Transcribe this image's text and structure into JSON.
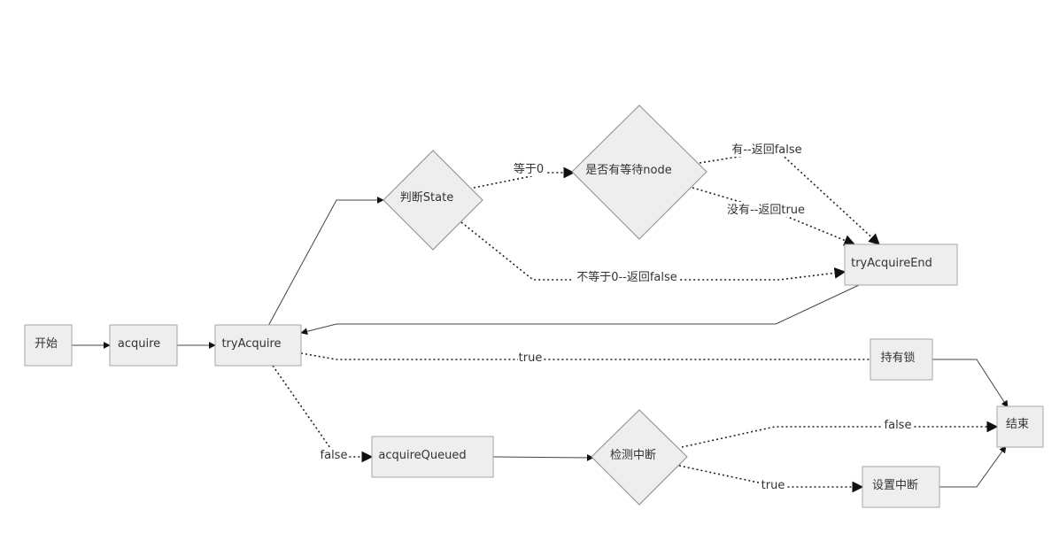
{
  "nodes": {
    "start": "开始",
    "acquire": "acquire",
    "try_acquire": "tryAcquire",
    "judge_state": "判断State",
    "has_waiting_node": "是否有等待node",
    "try_acquire_end": "tryAcquireEnd",
    "hold_lock": "持有锁",
    "end": "结束",
    "acquire_queued": "acquireQueued",
    "check_interrupt": "检测中断",
    "set_interrupt": "设置中断"
  },
  "edges": {
    "state_equals_zero": "等于0",
    "state_not_zero": "不等于0--返回false",
    "has_node_false": "有--返回false",
    "no_node_true": "没有--返回true",
    "try_true": "true",
    "try_false": "false",
    "interrupt_false": "false",
    "interrupt_true": "true"
  },
  "colors": {
    "node_fill": "#eeeeee",
    "node_border": "#a6a6a6",
    "line": "#222222",
    "background": "#ffffff"
  }
}
